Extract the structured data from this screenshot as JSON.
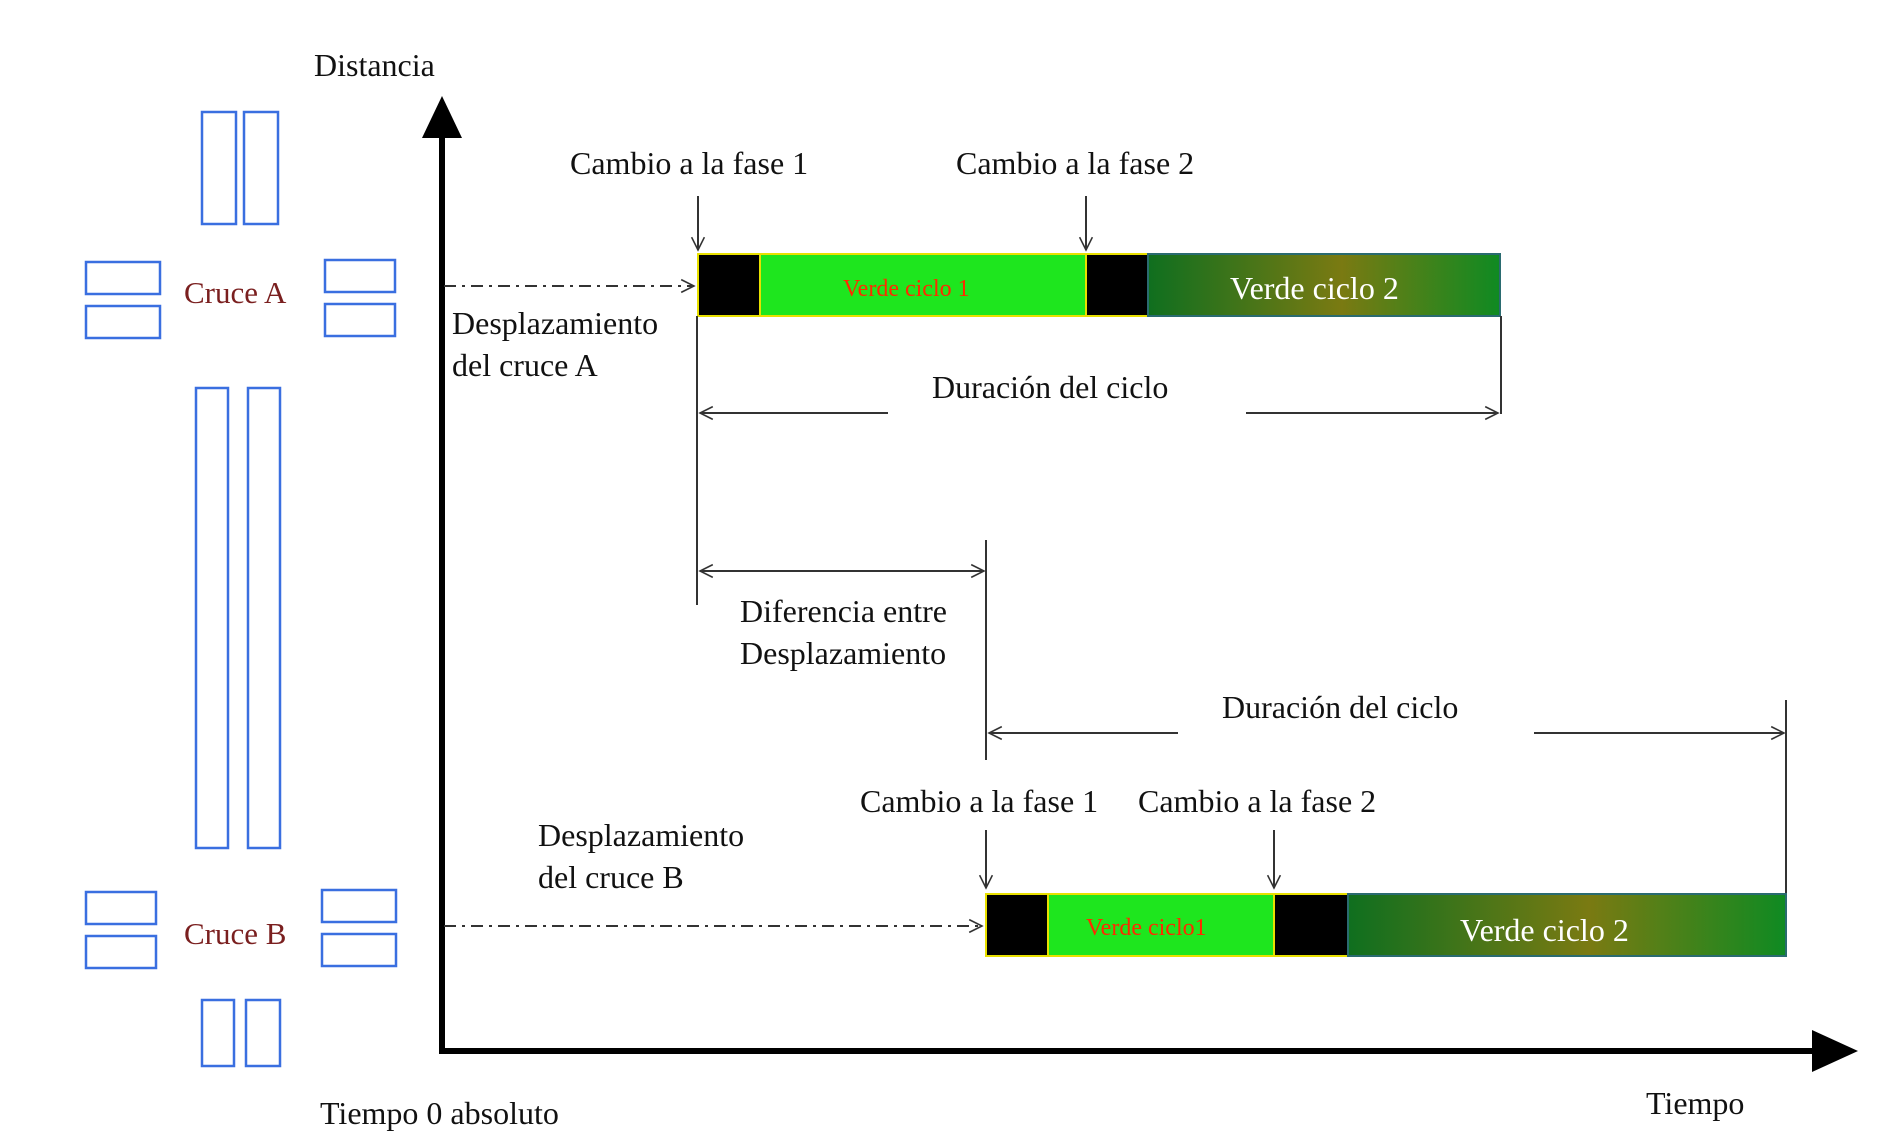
{
  "axes": {
    "y_label": "Distancia",
    "x_label": "Tiempo",
    "origin_label": "Tiempo 0 absoluto"
  },
  "intersections": {
    "a": {
      "label": "Cruce A"
    },
    "b": {
      "label": "Cruce B"
    }
  },
  "cycle_a": {
    "phase1_change": "Cambio a la fase 1",
    "phase2_change": "Cambio a la fase 2",
    "green1": "Verde ciclo 1",
    "green2": "Verde ciclo 2",
    "offset_label_line1": "Desplazamiento",
    "offset_label_line2": "del cruce A",
    "duration": "Duración del ciclo"
  },
  "offset_difference": {
    "line1": "Diferencia entre",
    "line2": "Desplazamiento"
  },
  "cycle_b": {
    "phase1_change": "Cambio a la fase 1",
    "phase2_change": "Cambio a la fase 2",
    "green1": "Verde ciclo1",
    "green2": "Verde ciclo 2",
    "offset_label_line1": "Desplazamiento",
    "offset_label_line2": "del cruce B",
    "duration": "Duración del ciclo"
  },
  "colors": {
    "bright_green": "#1ee61e",
    "dark_green": "#0f7a1f",
    "olive": "#8a7a10",
    "black": "#000000",
    "border_yellow": "#e8e000",
    "road_blue": "#3a6fe0",
    "cruce_text": "#7a1f1f"
  }
}
